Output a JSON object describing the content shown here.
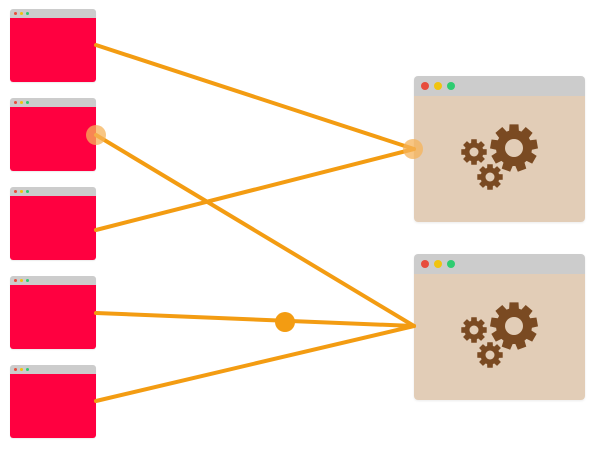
{
  "colors": {
    "client_body": "#ff0040",
    "client_titlebar": "#cccccc",
    "server_body": "#e2cdb7",
    "server_titlebar": "#cccccc",
    "dot_red": "#e74c3c",
    "dot_yellow": "#f1c40f",
    "dot_green": "#2ecc71",
    "gear": "#7a4a22",
    "connection": "#f39c12",
    "connection_marker_faint": "#f5b35a"
  },
  "clients": [
    {
      "id": "client-1"
    },
    {
      "id": "client-2"
    },
    {
      "id": "client-3"
    },
    {
      "id": "client-4"
    },
    {
      "id": "client-5"
    }
  ],
  "servers": [
    {
      "id": "server-1",
      "icon": "gears-icon"
    },
    {
      "id": "server-2",
      "icon": "gears-icon"
    }
  ],
  "connections": [
    {
      "from": "client-1",
      "to": "server-1"
    },
    {
      "from": "client-2",
      "to": "server-2"
    },
    {
      "from": "client-3",
      "to": "server-1"
    },
    {
      "from": "client-4",
      "to": "server-2"
    },
    {
      "from": "client-5",
      "to": "server-2"
    }
  ]
}
